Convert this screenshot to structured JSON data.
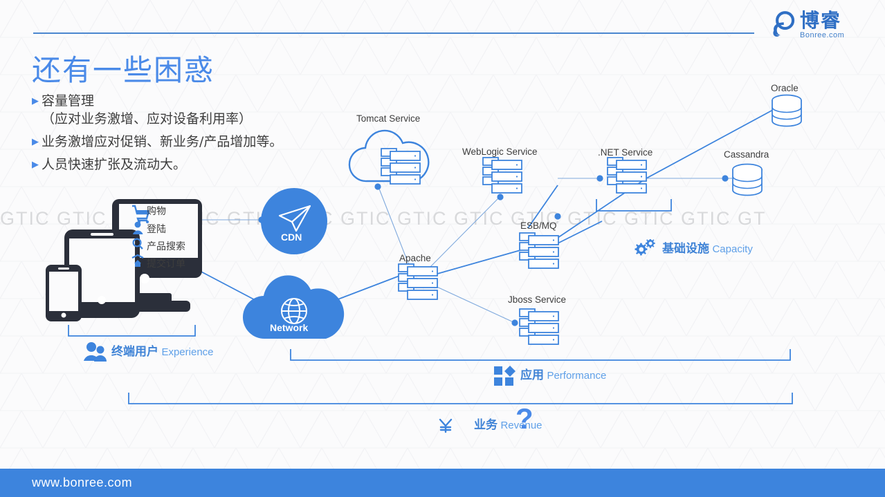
{
  "slide": {
    "title": "还有一些困惑",
    "bullets": [
      {
        "text": "容量管理",
        "sub": "（应对业务激增、应对设备利用率）"
      },
      {
        "text": "业务激增应对促销、新业务/产品增加等。",
        "sub": ""
      },
      {
        "text": "人员快速扩张及流动大。",
        "sub": ""
      }
    ],
    "bullet_marker": "▶"
  },
  "logo": {
    "cn": "博睿",
    "en": "Bonree.com",
    "mark_icon": "bonree-logo-icon"
  },
  "watermark": {
    "text": "GTIC GTIC GTIC GTIC GTIC GTIC GTIC GTIC GTIC GTIC GTIC GTIC GTIC GT"
  },
  "footer": {
    "url": "www.bonree.com"
  },
  "device_panel": {
    "items": [
      {
        "label": "购物",
        "icon": "shopping-cart-icon"
      },
      {
        "label": "登陆",
        "icon": "user-login-icon"
      },
      {
        "label": "产品搜索",
        "icon": "search-icon"
      },
      {
        "label": "提交订单",
        "icon": "submit-order-icon"
      }
    ],
    "devices": [
      "monitor-icon",
      "tablet-icon",
      "phone-icon"
    ]
  },
  "badges": [
    {
      "name": "cdn",
      "label": "CDN",
      "icon": "paper-plane-icon",
      "shape": "circle"
    },
    {
      "name": "network",
      "label": "Network",
      "icon": "globe-icon",
      "shape": "cloud"
    }
  ],
  "nodes": [
    {
      "name": "tomcat-service",
      "label": "Tomcat Service",
      "icon": "cloud-server-icon"
    },
    {
      "name": "weblogic-service",
      "label": "WebLogic Service",
      "icon": "server-stack-icon"
    },
    {
      "name": "dotnet-service",
      "label": ".NET Service",
      "icon": "server-stack-icon"
    },
    {
      "name": "oracle",
      "label": "Oracle",
      "icon": "database-icon"
    },
    {
      "name": "cassandra",
      "label": "Cassandra",
      "icon": "database-icon"
    },
    {
      "name": "esb-mq",
      "label": "ESB/MQ",
      "icon": "server-stack-icon"
    },
    {
      "name": "apache",
      "label": "Apache",
      "icon": "server-stack-icon"
    },
    {
      "name": "jboss-service",
      "label": "Jboss Service",
      "icon": "server-stack-icon"
    }
  ],
  "categories": [
    {
      "name": "experience",
      "cn": "终端用户",
      "en": "Experience",
      "icon": "users-icon"
    },
    {
      "name": "capacity",
      "cn": "基础设施",
      "en": "Capacity",
      "icon": "gears-icon"
    },
    {
      "name": "performance",
      "cn": "应用",
      "en": "Performance",
      "icon": "squares-icon"
    },
    {
      "name": "revenue",
      "cn": "业务",
      "en": "Revenue",
      "icon": "yen-icon"
    }
  ],
  "question_mark": "?",
  "colors": {
    "accent": "#4a8ae8",
    "line": "#3d84dd",
    "title": "#4a8ae8",
    "dark": "#2b2f3a",
    "footer_bg": "#3d84dd",
    "watermark": "#d8d9db"
  }
}
